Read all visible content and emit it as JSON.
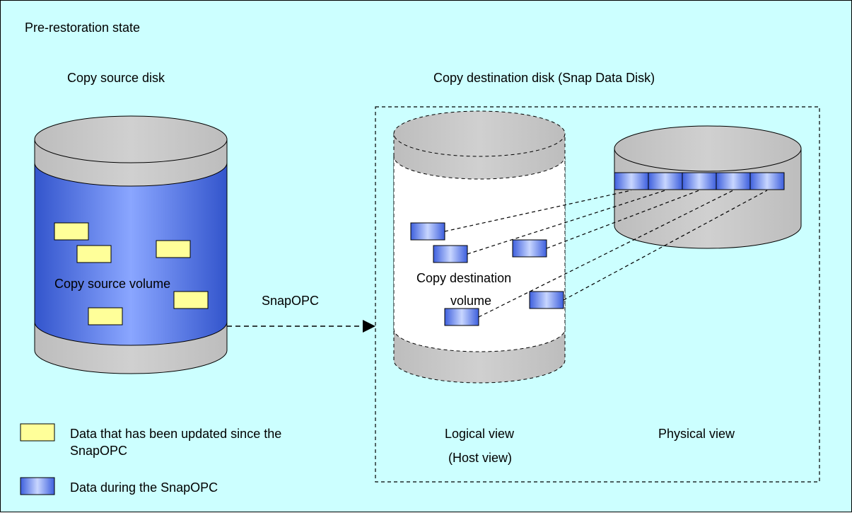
{
  "title": "Pre-restoration state",
  "source": {
    "disk_label": "Copy source disk",
    "volume_label": "Copy source volume"
  },
  "arrow_label": "SnapOPC",
  "destination": {
    "disk_label": "Copy destination disk (Snap Data Disk)",
    "volume_label_line1": "Copy destination",
    "volume_label_line2": "volume",
    "logical_view_line1": "Logical view",
    "logical_view_line2": "(Host view)",
    "physical_view": "Physical view"
  },
  "legend": {
    "updated_line1": "Data that has been updated since the",
    "updated_line2": "SnapOPC",
    "during": "Data during the SnapOPC"
  },
  "colors": {
    "background": "#ccffff",
    "cylinder_gray": "#c0c0c0",
    "volume_blue": "#4466dd",
    "updated_yellow": "#ffff99",
    "during_blue": "#6688ee",
    "logical_white": "#ffffff"
  }
}
